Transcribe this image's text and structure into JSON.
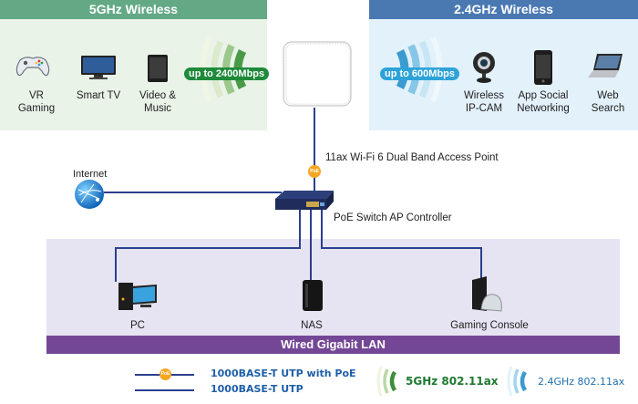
{
  "panels": {
    "wireless_5g": {
      "title": "5GHz Wireless",
      "speed": "up to 2400Mbps",
      "devices": [
        {
          "icon": "gamepad-icon",
          "label_line1": "VR",
          "label_line2": "Gaming"
        },
        {
          "icon": "tv-icon",
          "label_line1": "Smart TV",
          "label_line2": ""
        },
        {
          "icon": "tablet-icon",
          "label_line1": "Video &",
          "label_line2": "Music"
        }
      ]
    },
    "wireless_24g": {
      "title": "2.4GHz Wireless",
      "speed": "up to 600Mbps",
      "devices": [
        {
          "icon": "webcam-icon",
          "label_line1": "Wireless",
          "label_line2": "IP-CAM"
        },
        {
          "icon": "smartphone-icon",
          "label_line1": "App Social",
          "label_line2": "Networking"
        },
        {
          "icon": "laptop-icon",
          "label_line1": "Web",
          "label_line2": "Search"
        }
      ]
    }
  },
  "access_point": {
    "label": "11ax Wi-Fi 6 Dual Band Access Point",
    "poe_badge": "PoE"
  },
  "switch": {
    "label": "PoE Switch AP Controller"
  },
  "internet": {
    "label": "Internet"
  },
  "lan": {
    "title": "Wired Gigabit LAN",
    "devices": [
      {
        "icon": "pc-icon",
        "label": "PC"
      },
      {
        "icon": "nas-icon",
        "label": "NAS"
      },
      {
        "icon": "game-console-icon",
        "label": "Gaming Console"
      }
    ]
  },
  "legend": {
    "utp_poe": "1000BASE-T UTP with PoE",
    "utp": "1000BASE-T UTP",
    "band_5g": "5GHz 802.11ax",
    "band_24g": "2.4GHz 802.11ax",
    "poe_badge": "PoE"
  },
  "colors": {
    "header_5g": "#64a986",
    "header_24g": "#4a79b2",
    "lan_bar": "#744796",
    "wire": "#2b3f8f",
    "poe_badge": "#f5a623",
    "legend_5g": "#1e7a32",
    "legend_24g": "#1f6fae",
    "legend_utp": "#1f5fa8"
  }
}
